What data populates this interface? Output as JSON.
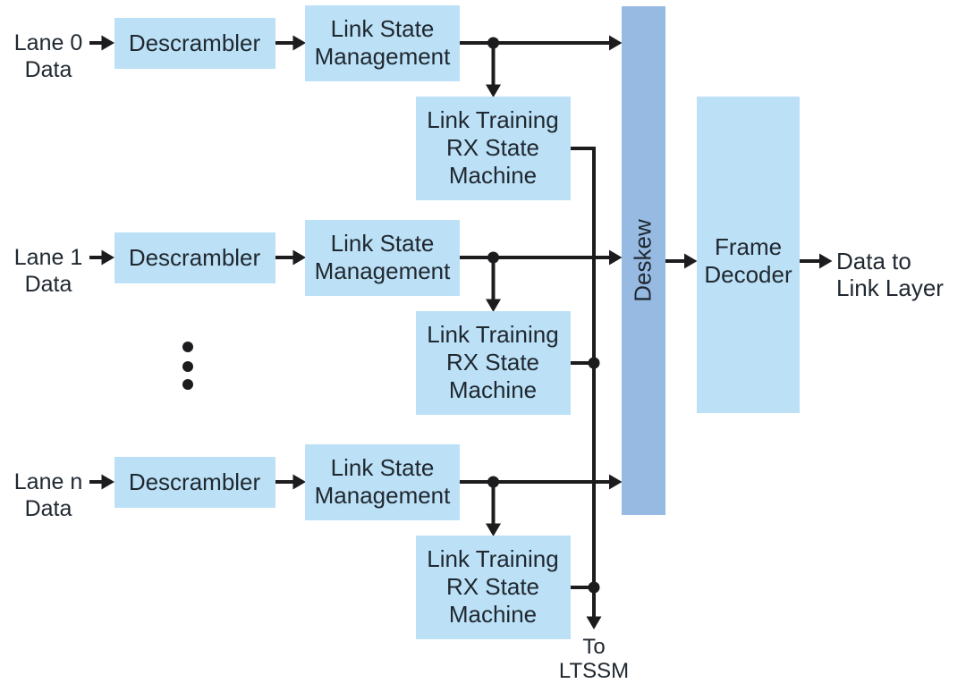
{
  "colors": {
    "background": "#ffffff",
    "box_fill": "#bce1f7",
    "deskew_fill": "#96bae2",
    "line": "#1c1c1e",
    "text": "#202830"
  },
  "lanes": [
    {
      "input_label": "Lane 0\nData",
      "descrambler": "Descrambler",
      "link_state_management": "Link State\nManagement",
      "link_training_rx": "Link Training\nRX State\nMachine"
    },
    {
      "input_label": "Lane 1\nData",
      "descrambler": "Descrambler",
      "link_state_management": "Link State\nManagement",
      "link_training_rx": "Link Training\nRX State\nMachine"
    },
    {
      "input_label": "Lane n\nData",
      "descrambler": "Descrambler",
      "link_state_management": "Link State\nManagement",
      "link_training_rx": "Link Training\nRX State\nMachine"
    }
  ],
  "deskew_label": "Deskew",
  "frame_decoder_label": "Frame\nDecoder",
  "output_label": "Data to\nLink Layer",
  "ltssm_label": "To\nLTSSM"
}
